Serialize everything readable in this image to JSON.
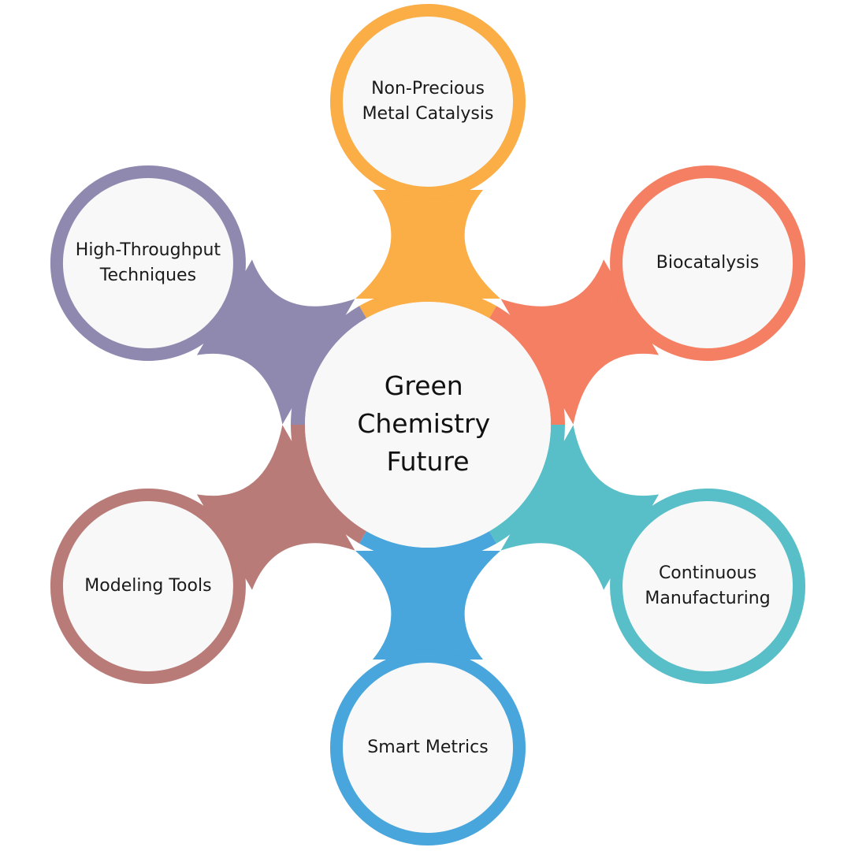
{
  "center": {
    "lines": [
      "Green",
      "Chemistry",
      "Future"
    ],
    "fill": "#f8f8f8"
  },
  "nodes": [
    {
      "id": "non-precious-metal-catalysis",
      "lines": [
        "Non-Precious",
        "Metal Catalysis"
      ],
      "color": "#fbad46"
    },
    {
      "id": "biocatalysis",
      "lines": [
        "Biocatalysis"
      ],
      "color": "#f47f62"
    },
    {
      "id": "continuous-manufacturing",
      "lines": [
        "Continuous",
        "Manufacturing"
      ],
      "color": "#58bfc9"
    },
    {
      "id": "smart-metrics",
      "lines": [
        "Smart Metrics"
      ],
      "color": "#48a6dc"
    },
    {
      "id": "modeling-tools",
      "lines": [
        "Modeling Tools"
      ],
      "color": "#b87b78"
    },
    {
      "id": "high-throughput-techniques",
      "lines": [
        "High-Throughput",
        "Techniques"
      ],
      "color": "#8f89b0"
    }
  ]
}
